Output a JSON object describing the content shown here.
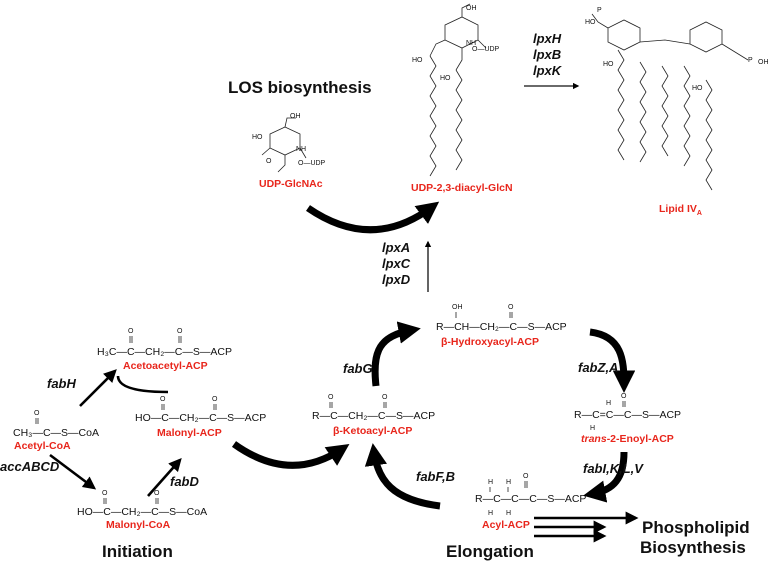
{
  "sections": {
    "los": "LOS biosynthesis",
    "initiation": "Initiation",
    "elongation": "Elongation",
    "phospholipid_line1": "Phospholipid",
    "phospholipid_line2": "Biosynthesis"
  },
  "compounds": {
    "udp_glcnac": "UDP-GlcNAc",
    "udp_diacyl": "UDP-2,3-diacyl-GlcN",
    "lipid_iva": "Lipid IV",
    "lipid_iva_sub": "A",
    "acetoacetyl_acp": "Acetoacetyl-ACP",
    "acetyl_coa": "Acetyl-CoA",
    "malonyl_acp": "Malonyl-ACP",
    "malonyl_coa": "Malonyl-CoA",
    "b_hydroxyacyl_acp": "β-Hydroxyacyl-ACP",
    "b_ketoacyl_acp": "β-Ketoacyl-ACP",
    "trans_prefix": "trans",
    "trans_rest": "-2-Enoyl-ACP",
    "acyl_acp": "Acyl-ACP"
  },
  "genes": {
    "lpxH": "lpxH",
    "lpxB": "lpxB",
    "lpxK": "lpxK",
    "lpxA": "lpxA",
    "lpxC": "lpxC",
    "lpxD": "lpxD",
    "fabH": "fabH",
    "accABCD": "accABCD",
    "fabD": "fabD",
    "fabG": "fabG",
    "fabZA": "fabZ,A",
    "fabIKLV": "fabI,K,L,V",
    "fabFB": "fabF,B"
  },
  "formulas": {
    "acetoacetyl": "H₃C—C—CH₂—C—S—ACP",
    "acetyl": "CH₃—C—S—CoA",
    "malonyl_acp": "HO—C—CH₂—C—S—ACP",
    "malonyl_coa": "HO—C—CH₂—C—S—CoA",
    "ketoacyl": "R—C—CH₂—C—S—ACP",
    "hydroxyacyl": "R—CH—CH₂—C—S—ACP",
    "enoyl": "R—C=C—C—S—ACP",
    "acyl": "R—C—C—C—S—ACP",
    "oxygen": "O",
    "hydroxyl": "OH",
    "hydrogen": "H",
    "udp": "O—UDP",
    "nh": "NH",
    "oh": "OH",
    "ho": "HO",
    "p": "P"
  }
}
